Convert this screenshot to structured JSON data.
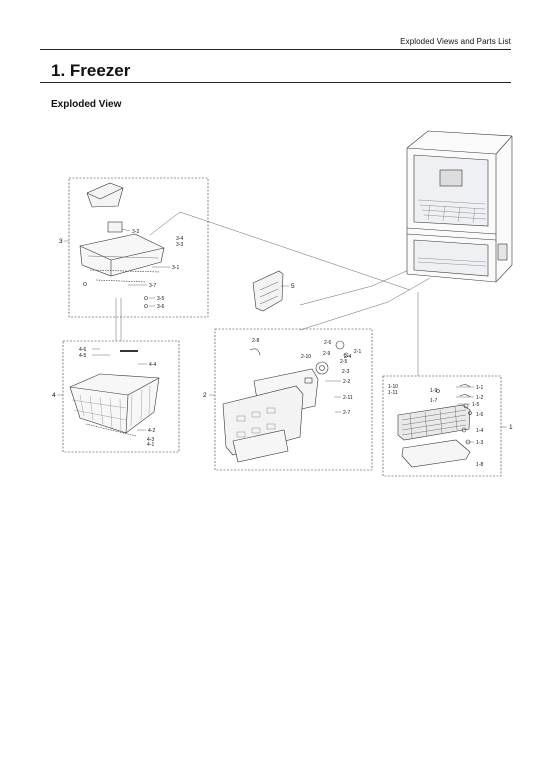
{
  "header": {
    "text": "Exploded Views and Parts List"
  },
  "section": {
    "title": "1.  Freezer",
    "subheading": "Exploded View"
  },
  "callouts": {
    "g1": "1",
    "g2": "2",
    "g3": "3",
    "g4": "4",
    "g5": "5",
    "p1_1": "1-1",
    "p1_2": "1-2",
    "p1_3": "1-3",
    "p1_4": "1-4",
    "p1_5": "1-5",
    "p1_6": "1-6",
    "p1_7": "1-7",
    "p1_8": "1-8",
    "p1_9": "1-9",
    "p1_10": "1-10",
    "p1_11": "1-11",
    "p2_1": "2-1",
    "p2_2": "2-2",
    "p2_3": "2-3",
    "p2_4": "2-4",
    "p2_5": "2-5",
    "p2_6": "2-6",
    "p2_7": "2-7",
    "p2_8": "2-8",
    "p2_9": "2-9",
    "p2_10": "2-10",
    "p2_11": "2-11",
    "p3_1": "3-1",
    "p3_2": "3-2",
    "p3_3": "3-3",
    "p3_4": "3-4",
    "p3_5": "3-5",
    "p3_6": "3-6",
    "p3_7": "3-7",
    "p4_1": "4-1",
    "p4_2": "4-2",
    "p4_3": "4-3",
    "p4_4": "4-4",
    "p4_5": "4-5",
    "p4_6": "4-6"
  }
}
